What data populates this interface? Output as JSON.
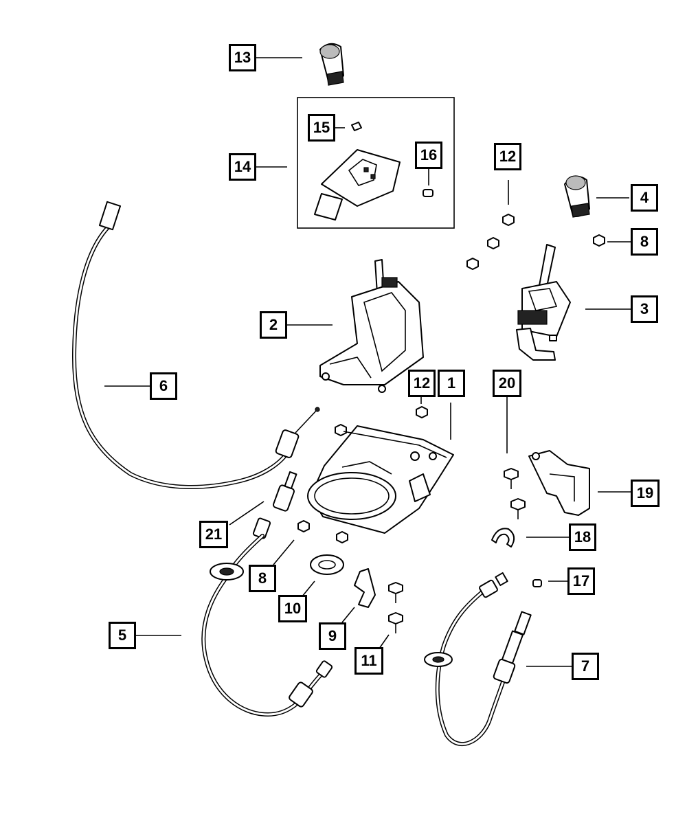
{
  "callouts": {
    "c1": "1",
    "c2": "2",
    "c3": "3",
    "c4": "4",
    "c5": "5",
    "c6": "6",
    "c7": "7",
    "c8a": "8",
    "c8b": "8",
    "c9": "9",
    "c10": "10",
    "c11": "11",
    "c12a": "12",
    "c12b": "12",
    "c13": "13",
    "c14": "14",
    "c15": "15",
    "c16": "16",
    "c17": "17",
    "c18": "18",
    "c19": "19",
    "c20": "20",
    "c21": "21"
  }
}
